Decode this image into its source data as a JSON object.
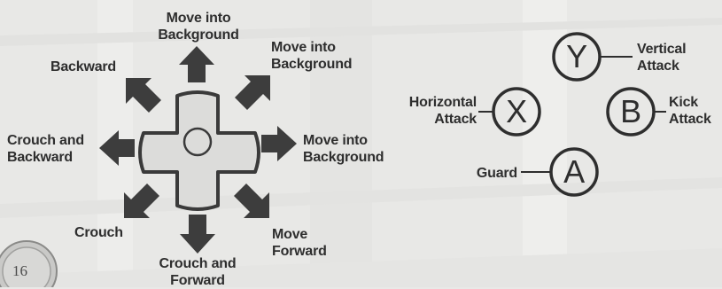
{
  "dpad": {
    "up": "Move into Background",
    "up_right": "Move into Background",
    "up_left": "Backward",
    "right": "Move into Background",
    "left": "Crouch and Backward",
    "down_left": "Crouch",
    "down": "Crouch and Forward",
    "down_right": "Move Forward"
  },
  "buttons": {
    "y": {
      "letter": "Y",
      "action": "Vertical Attack"
    },
    "x": {
      "letter": "X",
      "action": "Horizontal Attack"
    },
    "b": {
      "letter": "B",
      "action": "Kick Attack"
    },
    "a": {
      "letter": "A",
      "action": "Guard"
    }
  },
  "page_number": "16",
  "colors": {
    "text": "#2e2e2e",
    "arrow": "#3d3d3d",
    "pad_fill": "#dcdcda"
  }
}
